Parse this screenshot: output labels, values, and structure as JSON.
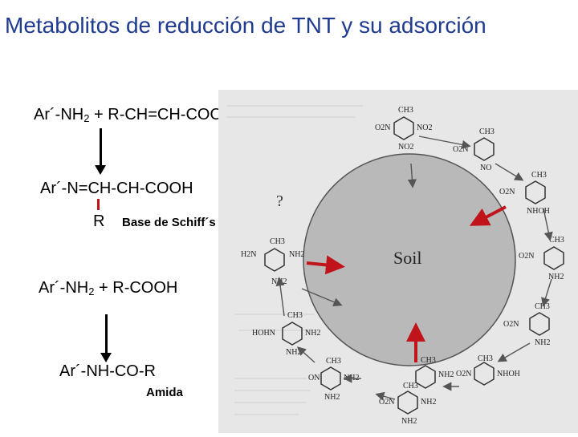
{
  "slide": {
    "title": "Metabolitos de reducción de TNT y su adsorción",
    "reaction1": {
      "amine": "Ar´-NH",
      "amine_sub": "2",
      "plus_acid": " + R-CH=CH-COOH"
    },
    "schiff_product": "Ar´-N=CH-CH-COOH",
    "schiff_r": "R",
    "schiff_label": "Base de Schiff´s",
    "reaction2": {
      "amine": "Ar´-NH",
      "amine_sub": "2",
      "plus_acid": " +  R-COOH"
    },
    "amide_product": "Ar´-NH-CO-R",
    "amide_label": "Amida"
  },
  "figure": {
    "center_label": "Soil",
    "question_mark": "?",
    "groups": {
      "ch3": "CH3",
      "no2": "NO2",
      "o2n": "O2N",
      "nh2": "NH2",
      "h2n": "H2N",
      "nhoh": "NHOH",
      "hohn": "HOHN",
      "on": "ON",
      "no": "NO"
    },
    "colors": {
      "arrow": "#c0141a",
      "title": "#1f3b8f",
      "soil": "#b9b9b9"
    }
  }
}
